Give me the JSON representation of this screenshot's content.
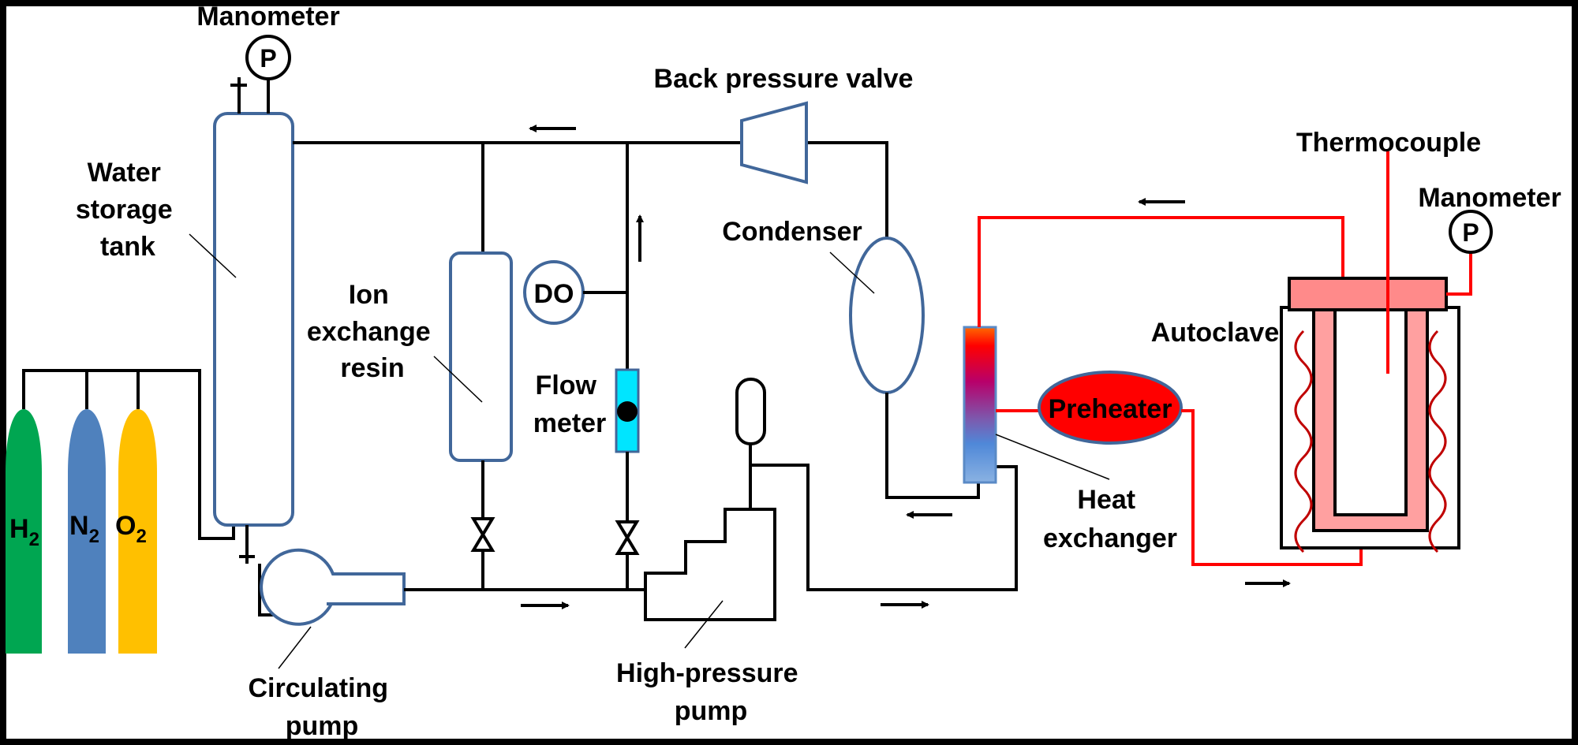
{
  "diagram": {
    "title": "Water circulation loop with autoclave",
    "labels": {
      "manometer_left": "Manometer",
      "manometer_right": "Manometer",
      "gauge_symbol": "P",
      "water_tank": [
        "Water",
        "storage",
        "tank"
      ],
      "ion_resin": [
        "Ion",
        "exchange",
        "resin"
      ],
      "do_sensor": "DO",
      "flow_meter": [
        "Flow",
        "meter"
      ],
      "back_pressure_valve": "Back pressure valve",
      "condenser": "Condenser",
      "thermocouple": "Thermocouple",
      "autoclave": "Autoclave",
      "preheater": "Preheater",
      "heat_exchanger": [
        "Heat",
        "exchanger"
      ],
      "circulating_pump": [
        "Circulating",
        "pump"
      ],
      "high_pressure_pump": [
        "High-pressure",
        "pump"
      ]
    },
    "gas_cylinders": [
      {
        "element": "H",
        "subscript": "2",
        "color": "#00a651"
      },
      {
        "element": "N",
        "subscript": "2",
        "color": "#4f81bd"
      },
      {
        "element": "O",
        "subscript": "2",
        "color": "#ffc000"
      }
    ],
    "colors": {
      "pipe": "#000000",
      "hot_pipe": "#ff0000",
      "vessel_outline": "#41679a",
      "flow_meter_fill": "#00e5ff",
      "preheater_fill": "#ff0000",
      "autoclave_fill": "#ff8a8a",
      "heater_coil": "#c00000"
    }
  }
}
